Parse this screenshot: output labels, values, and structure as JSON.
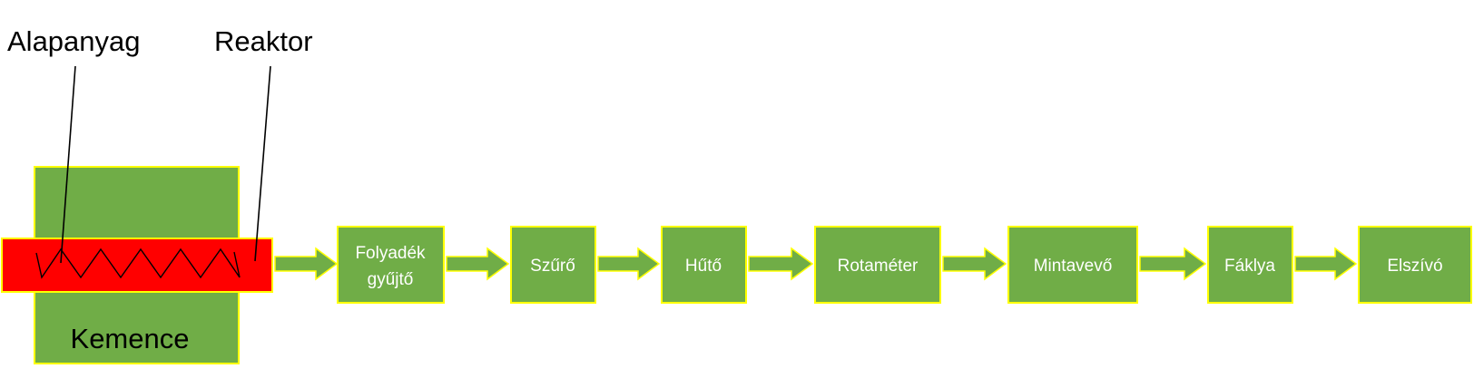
{
  "colors": {
    "box_fill": "#70AD47",
    "box_border": "#FFFF00",
    "reactor_fill": "#FF0000",
    "label_text": "#000000",
    "box_text": "#FFFFFF"
  },
  "callouts": {
    "feedstock": "Alapanyag",
    "reactor": "Reaktor"
  },
  "furnace": {
    "label": "Kemence"
  },
  "process_steps": [
    {
      "id": "liquid-collector",
      "lines": [
        "Folyadék",
        "gyűjtő"
      ]
    },
    {
      "id": "filter",
      "lines": [
        "Szűrő"
      ]
    },
    {
      "id": "cooler",
      "lines": [
        "Hűtő"
      ]
    },
    {
      "id": "rotameter",
      "lines": [
        "Rotaméter"
      ]
    },
    {
      "id": "sampler",
      "lines": [
        "Mintavevő"
      ]
    },
    {
      "id": "flare",
      "lines": [
        "Fáklya"
      ]
    },
    {
      "id": "exhaust",
      "lines": [
        "Elszívó"
      ]
    }
  ]
}
